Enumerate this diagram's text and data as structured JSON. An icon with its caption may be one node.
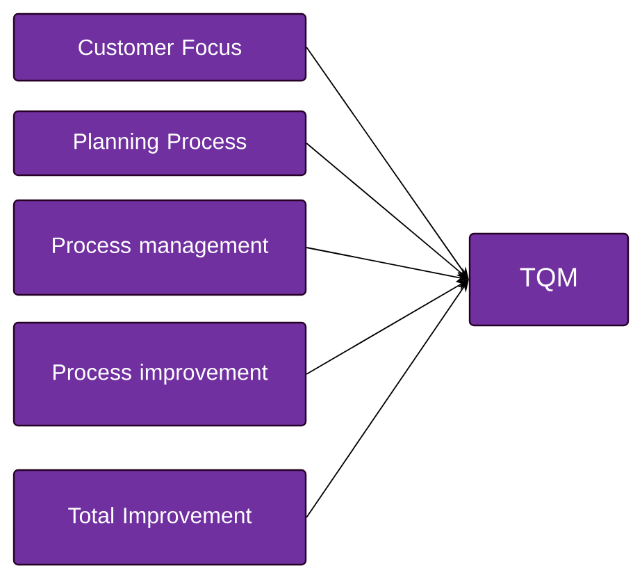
{
  "diagram": {
    "nodes": [
      {
        "text": [
          "Customer Focus"
        ]
      },
      {
        "text": [
          "Planning Process"
        ]
      },
      {
        "text": [
          "Process management"
        ]
      },
      {
        "text": [
          "Process improvement"
        ]
      },
      {
        "text": [
          "Total Improvement"
        ]
      },
      {
        "text": [
          "TQM"
        ]
      }
    ],
    "edges": [
      {
        "from": 0,
        "to": 5,
        "arrow": "to"
      },
      {
        "from": 1,
        "to": 5,
        "arrow": "to"
      },
      {
        "from": 2,
        "to": 5,
        "arrow": "to"
      },
      {
        "from": 3,
        "to": 5,
        "arrow": "to"
      },
      {
        "from": 4,
        "to": 5,
        "arrow": "to"
      }
    ]
  }
}
